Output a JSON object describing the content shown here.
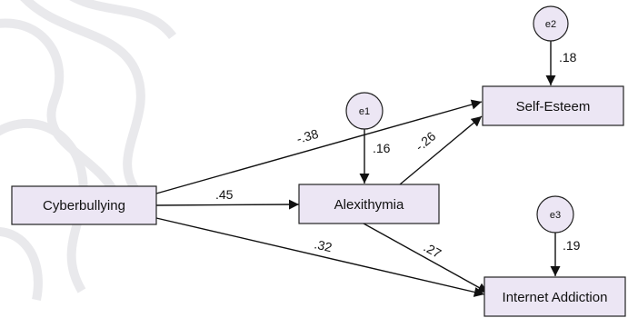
{
  "nodes": {
    "cyberbullying": "Cyberbullying",
    "alexithymia": "Alexithymia",
    "self_esteem": "Self-Esteem",
    "internet_addiction": "Internet Addiction"
  },
  "errors": {
    "e1": "e1",
    "e2": "e2",
    "e3": "e3"
  },
  "coefficients": {
    "cyber_to_selfesteem": "-.38",
    "cyber_to_alexithymia": ".45",
    "cyber_to_internet": ".32",
    "alexithymia_to_selfesteem": "-.26",
    "alexithymia_to_internet": ".27",
    "e1_to_alexithymia": ".16",
    "e2_to_selfesteem": ".18",
    "e3_to_internet": ".19"
  }
}
